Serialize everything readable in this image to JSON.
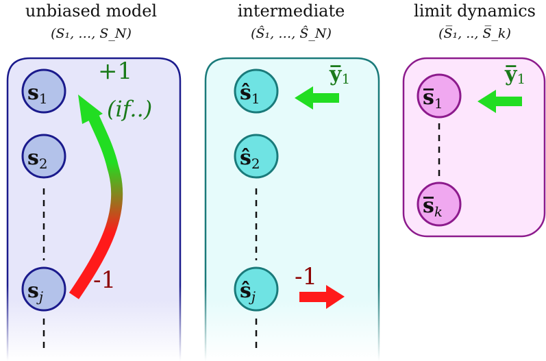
{
  "panels": [
    {
      "title": "unbiased model",
      "subtitle": "(S₁, …, S_N)",
      "nodes": [
        {
          "label": "s",
          "index": "1"
        },
        {
          "label": "s",
          "index": "2"
        },
        {
          "label": "s",
          "index": "j"
        }
      ],
      "annotations": {
        "plus": "+1",
        "condition": "(if..)",
        "minus": "-1"
      }
    },
    {
      "title": "intermediate",
      "subtitle": "(Ŝ₁, …, Ŝ_N)",
      "nodes": [
        {
          "label": "ŝ",
          "index": "1"
        },
        {
          "label": "ŝ",
          "index": "2"
        },
        {
          "label": "ŝ",
          "index": "j"
        }
      ],
      "annotations": {
        "input": "y̅",
        "input_index": "1",
        "minus": "-1"
      }
    },
    {
      "title": "limit dynamics",
      "subtitle": "(S̅₁, .., S̅_k)",
      "nodes": [
        {
          "label": "s̅",
          "index": "1"
        },
        {
          "label": "s̅",
          "index": "k"
        }
      ],
      "annotations": {
        "input": "y̅",
        "input_index": "1"
      }
    }
  ],
  "colors": {
    "panel1_fill": "#e6e6fa",
    "panel1_stroke": "#1a1a8c",
    "panel2_fill": "#e6fbfb",
    "panel2_stroke": "#1a7a7a",
    "panel3_fill": "#fde6fd",
    "panel3_stroke": "#8c1a8c",
    "node1": "#b3c2ea",
    "node2": "#6fe3e3",
    "node3": "#f0a8f0",
    "green": "#22dd22",
    "red": "#ff1a1a",
    "dark_green": "#1a7a1a",
    "dark_red": "#8c0000"
  }
}
